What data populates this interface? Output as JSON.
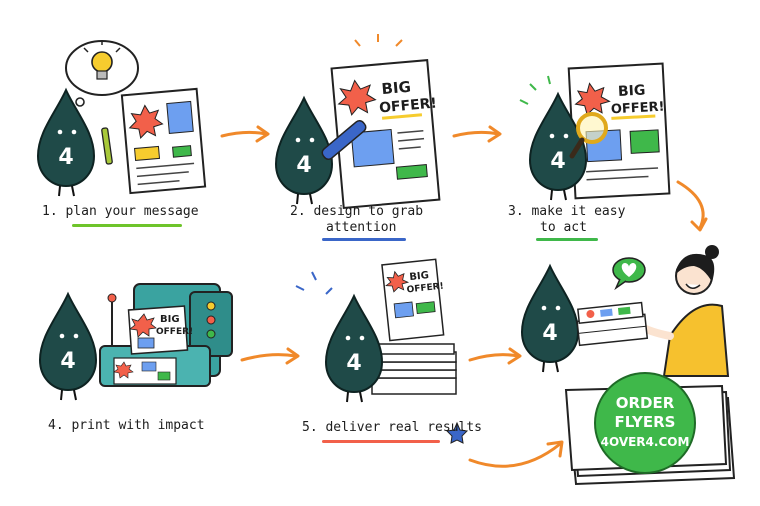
{
  "steps": [
    {
      "label": "1. plan your message"
    },
    {
      "label_line1": "2. design to grab",
      "label_line2": "attention"
    },
    {
      "label_line1": "3. make it easy",
      "label_line2": "to act"
    },
    {
      "label": "4. print with impact"
    },
    {
      "label": "5. deliver real results"
    }
  ],
  "mascot_mark": "4",
  "offer_line1": "BIG",
  "offer_line2": "OFFER!",
  "cta": {
    "line1": "ORDER",
    "line2": "FLYERS",
    "line3": "4OVER4.COM"
  },
  "colors": {
    "mascot": "#1f4a48",
    "arrow": "#f0892a",
    "burst": "#f2604a",
    "cta": "#3fb84a",
    "press": "#3aa3a0"
  }
}
